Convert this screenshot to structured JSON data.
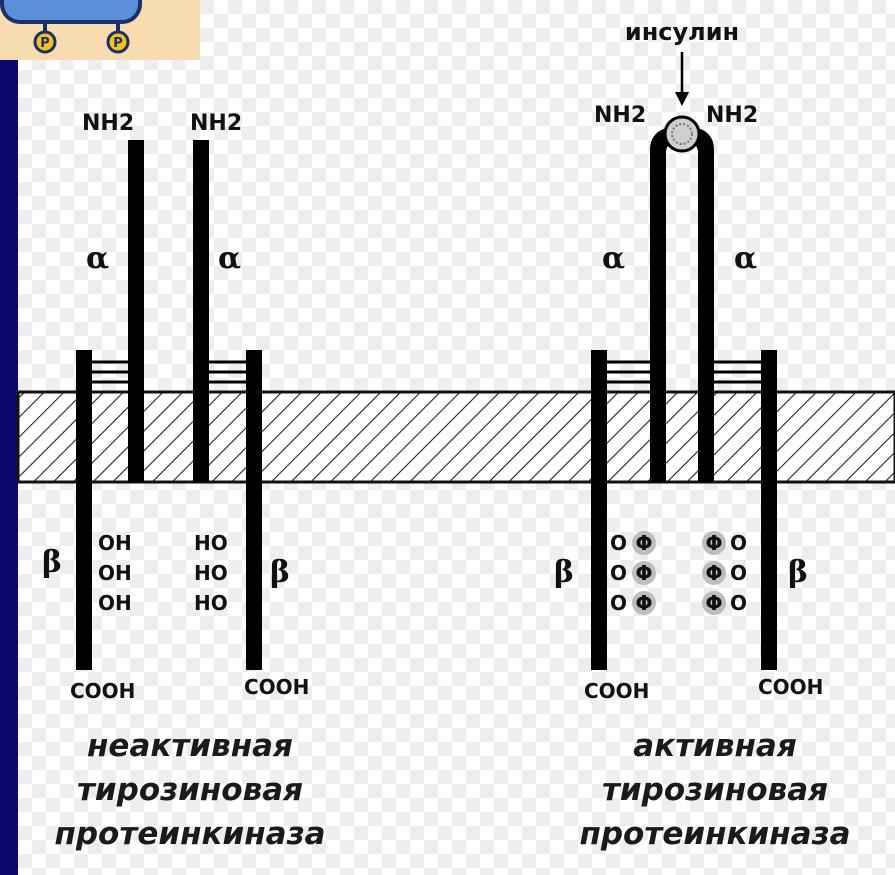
{
  "ligand_label": "инсулин",
  "n_terminus": "NH2",
  "c_terminus": "COOH",
  "alpha": "α",
  "beta": "β",
  "inactive": {
    "groups_left": [
      "OH",
      "OH",
      "OH"
    ],
    "groups_right": [
      "HO",
      "HO",
      "HO"
    ],
    "caption": [
      "неактивная",
      "тирозиновая",
      "протеинкиназа"
    ]
  },
  "active": {
    "groups_left": [
      "O",
      "O",
      "O"
    ],
    "groups_right": [
      "O",
      "O",
      "O"
    ],
    "phospho_symbol": "Φ",
    "caption": [
      "активная",
      "тирозиновая",
      "протеинкиназа"
    ]
  },
  "colors": {
    "background": "#0a0a6e",
    "membrane_stroke": "#111111",
    "thumbnail": "#f6dcae",
    "phosphate_fill": "#bdbdbd"
  }
}
